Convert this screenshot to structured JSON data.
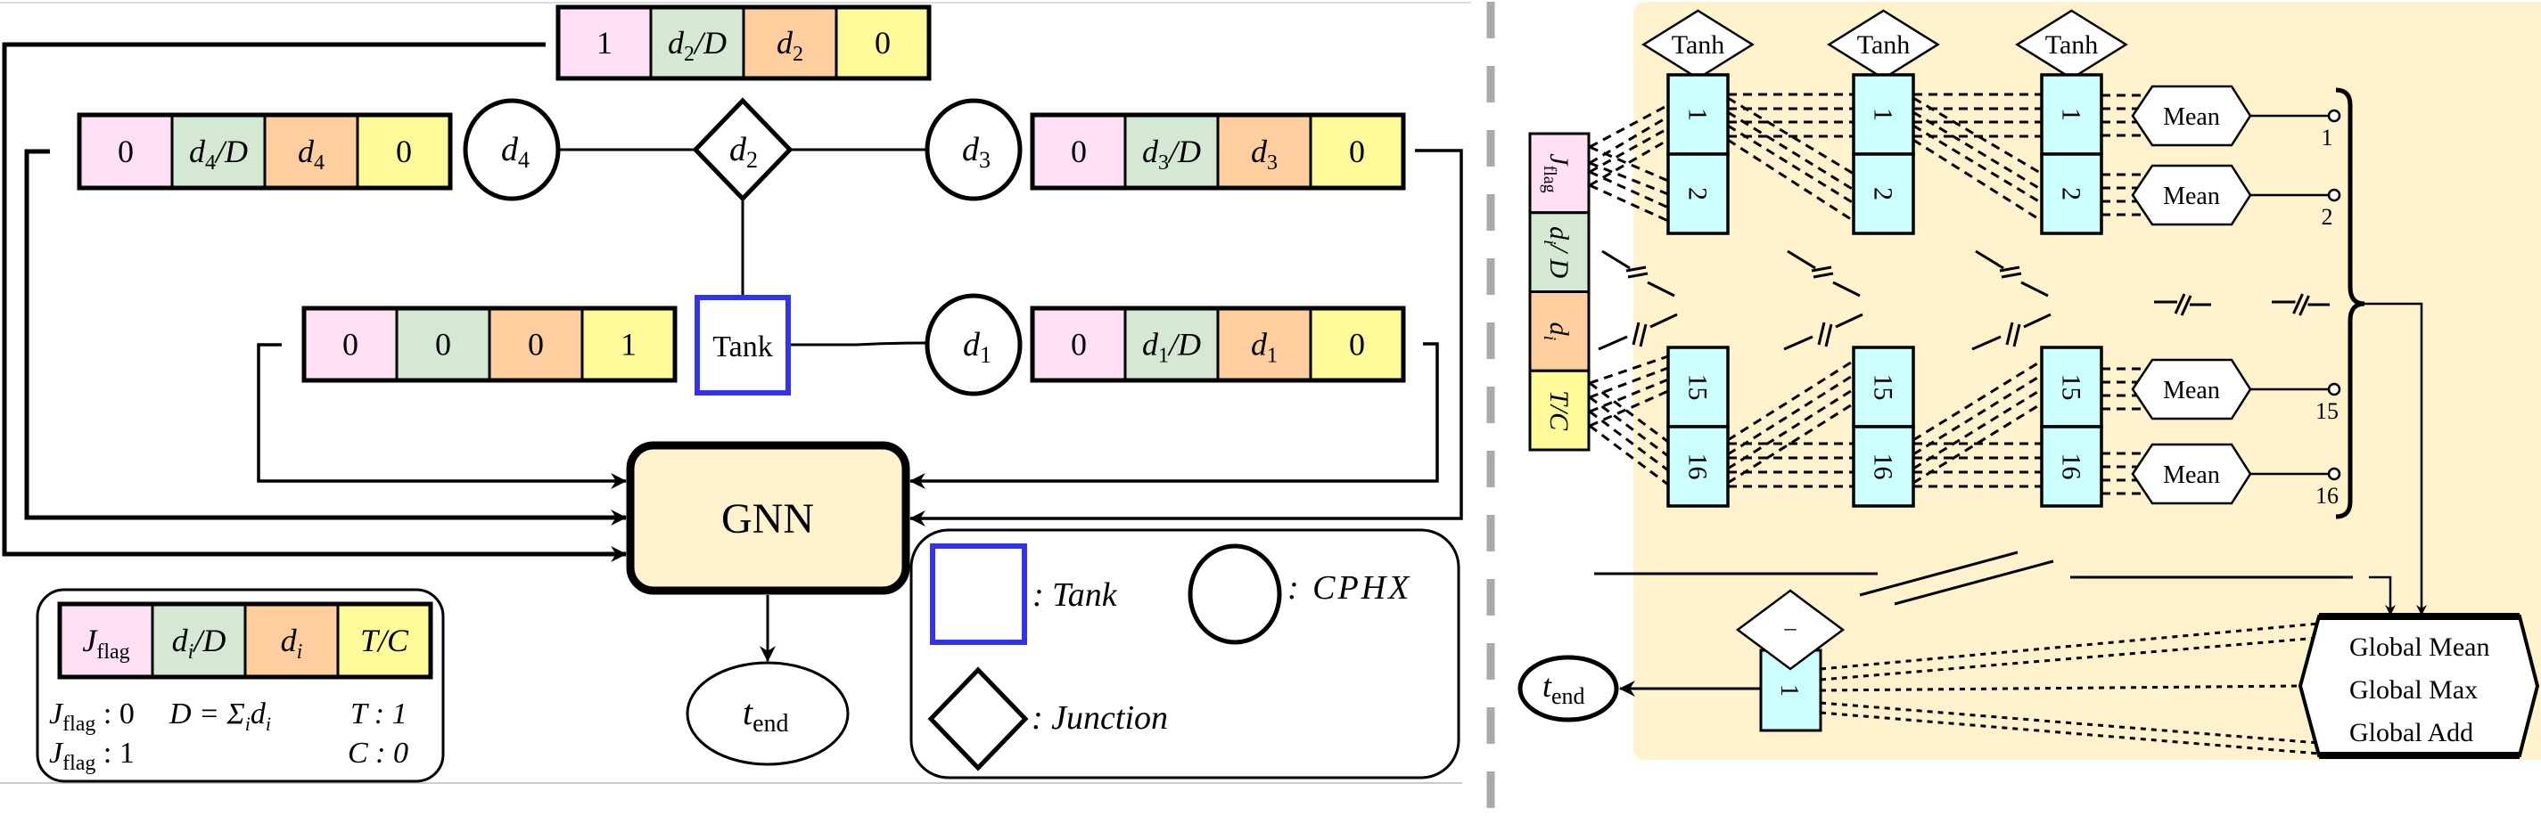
{
  "colors": {
    "jflag": "#FFE0F4",
    "ratio": "#D5E8D4",
    "demand": "#FFCE9F",
    "type": "#FFFA99",
    "neuron": "#CCFFFF",
    "gnn_fill": "#FFF2CC",
    "panel_bg": "#FFF2CC",
    "tank_border": "#3333EE",
    "divider": "#AAAAAA"
  },
  "left_panel": {
    "nodes": {
      "junction": {
        "label_main": "d",
        "label_sub": "2",
        "type": "junction"
      },
      "cphx_d4": {
        "label_main": "d",
        "label_sub": "4",
        "type": "cphx"
      },
      "cphx_d3": {
        "label_main": "d",
        "label_sub": "3",
        "type": "cphx"
      },
      "cphx_d1": {
        "label_main": "d",
        "label_sub": "1",
        "type": "cphx"
      },
      "tank": {
        "label": "Tank",
        "type": "tank"
      }
    },
    "feature_vectors": {
      "d2": [
        {
          "main": "1",
          "sub": "",
          "tail": ""
        },
        {
          "main": "d",
          "sub": "2",
          "tail": "/D"
        },
        {
          "main": "d",
          "sub": "2",
          "tail": ""
        },
        {
          "main": "0",
          "sub": "",
          "tail": ""
        }
      ],
      "d4": [
        {
          "main": "0",
          "sub": "",
          "tail": ""
        },
        {
          "main": "d",
          "sub": "4",
          "tail": "/D"
        },
        {
          "main": "d",
          "sub": "4",
          "tail": ""
        },
        {
          "main": "0",
          "sub": "",
          "tail": ""
        }
      ],
      "d3": [
        {
          "main": "0",
          "sub": "",
          "tail": ""
        },
        {
          "main": "d",
          "sub": "3",
          "tail": "/D"
        },
        {
          "main": "d",
          "sub": "3",
          "tail": ""
        },
        {
          "main": "0",
          "sub": "",
          "tail": ""
        }
      ],
      "tank": [
        {
          "main": "0",
          "sub": "",
          "tail": ""
        },
        {
          "main": "0",
          "sub": "",
          "tail": ""
        },
        {
          "main": "0",
          "sub": "",
          "tail": ""
        },
        {
          "main": "1",
          "sub": "",
          "tail": ""
        }
      ],
      "d1": [
        {
          "main": "0",
          "sub": "",
          "tail": ""
        },
        {
          "main": "d",
          "sub": "1",
          "tail": "/D"
        },
        {
          "main": "d",
          "sub": "1",
          "tail": ""
        },
        {
          "main": "0",
          "sub": "",
          "tail": ""
        }
      ]
    },
    "gnn_label": "GNN",
    "output": {
      "main": "t",
      "sub": "end"
    },
    "feature_legend": {
      "cells": [
        {
          "main": "J",
          "sub": "flag",
          "tail": ""
        },
        {
          "main": "d",
          "sub": "i",
          "tail": "/D"
        },
        {
          "main": "d",
          "sub": "i",
          "tail": ""
        },
        {
          "main": "T/C",
          "sub": "",
          "tail": ""
        }
      ],
      "notes": {
        "jflag0": {
          "main": "J",
          "sub": "flag",
          "tail": " : 0"
        },
        "jflag1": {
          "main": "J",
          "sub": "flag",
          "tail": " : 1"
        },
        "dsum": "D = Σ",
        "dsum_sub": "i",
        "dsum_tail": "d",
        "dsum_tail_sub": "i",
        "t1": "T : 1",
        "c0": "C : 0"
      }
    },
    "shape_legend": {
      "tank": ": Tank",
      "cphx": ": CPHX",
      "junction": ": Junction"
    }
  },
  "right_panel": {
    "input_column": [
      {
        "main": "J",
        "sub": "flag",
        "tail": ""
      },
      {
        "main": "d",
        "sub": "i",
        "tail": "/ D"
      },
      {
        "main": "d",
        "sub": "i",
        "tail": ""
      },
      {
        "main": "T/C",
        "sub": "",
        "tail": ""
      }
    ],
    "activation": "Tanh",
    "layers": [
      {
        "top_cells": [
          "1",
          "2"
        ],
        "bottom_cells": [
          "15",
          "16"
        ]
      },
      {
        "top_cells": [
          "1",
          "2"
        ],
        "bottom_cells": [
          "15",
          "16"
        ]
      },
      {
        "top_cells": [
          "1",
          "2"
        ],
        "bottom_cells": [
          "15",
          "16"
        ]
      }
    ],
    "pooling": [
      {
        "label": "Mean",
        "index": "1"
      },
      {
        "label": "Mean",
        "index": "2"
      },
      {
        "label": "Mean",
        "index": "15"
      },
      {
        "label": "Mean",
        "index": "16"
      }
    ],
    "global_pool": [
      "Global Mean",
      "Global Max",
      "Global Add"
    ],
    "output_neuron": "1",
    "output_activation": "–",
    "output": {
      "main": "t",
      "sub": "end"
    }
  }
}
